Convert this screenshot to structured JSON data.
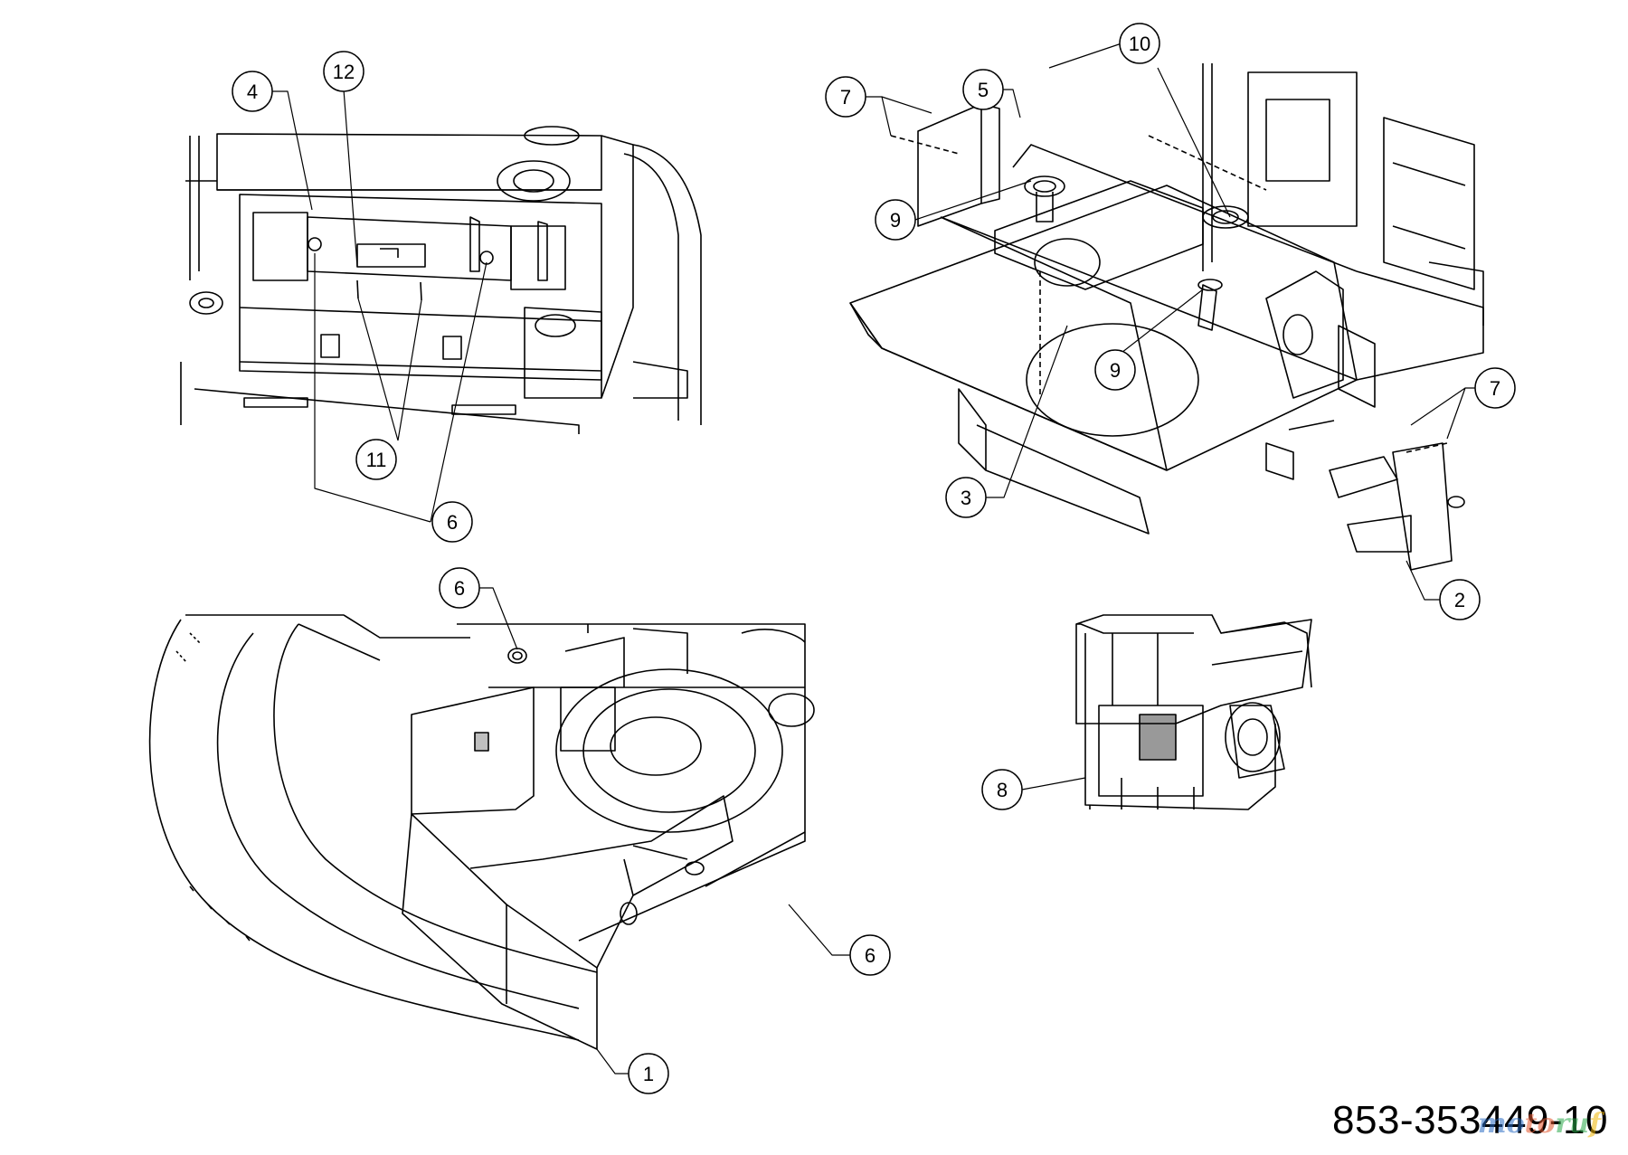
{
  "callouts": [
    "1",
    "2",
    "3",
    "4",
    "5",
    "6",
    "7",
    "8",
    "9",
    "10",
    "11",
    "12"
  ],
  "part_number": "853-353449-10",
  "watermark": "motoruf"
}
